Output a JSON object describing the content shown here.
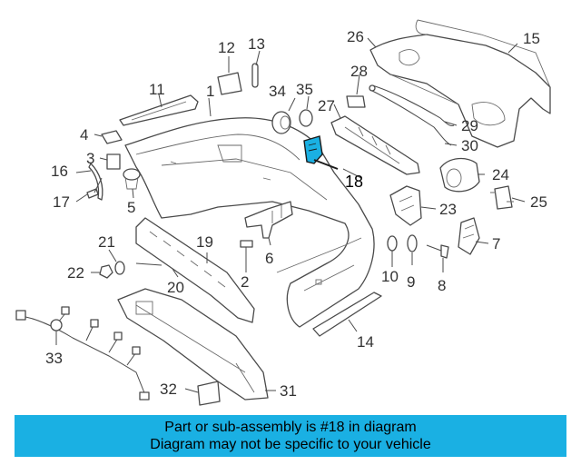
{
  "callouts": {
    "c1": "1",
    "c2": "2",
    "c3": "3",
    "c4": "4",
    "c5": "5",
    "c6": "6",
    "c7": "7",
    "c8": "8",
    "c9": "9",
    "c10": "10",
    "c11": "11",
    "c12": "12",
    "c13": "13",
    "c14": "14",
    "c15": "15",
    "c16": "16",
    "c17": "17",
    "c18": "18",
    "c19": "19",
    "c20": "20",
    "c21": "21",
    "c22": "22",
    "c23": "23",
    "c24": "24",
    "c25": "25",
    "c26": "26",
    "c27": "27",
    "c28": "28",
    "c29": "29",
    "c30": "30",
    "c31": "31",
    "c32": "32",
    "c33": "33",
    "c34": "34",
    "c35": "35"
  },
  "highlight": {
    "part_number": "18",
    "color": "#1ab0e3"
  },
  "footer": {
    "line1": "Part or sub-assembly is #18 in diagram",
    "line2": "Diagram may not be specific to your vehicle",
    "background": "#1ab0e3"
  }
}
